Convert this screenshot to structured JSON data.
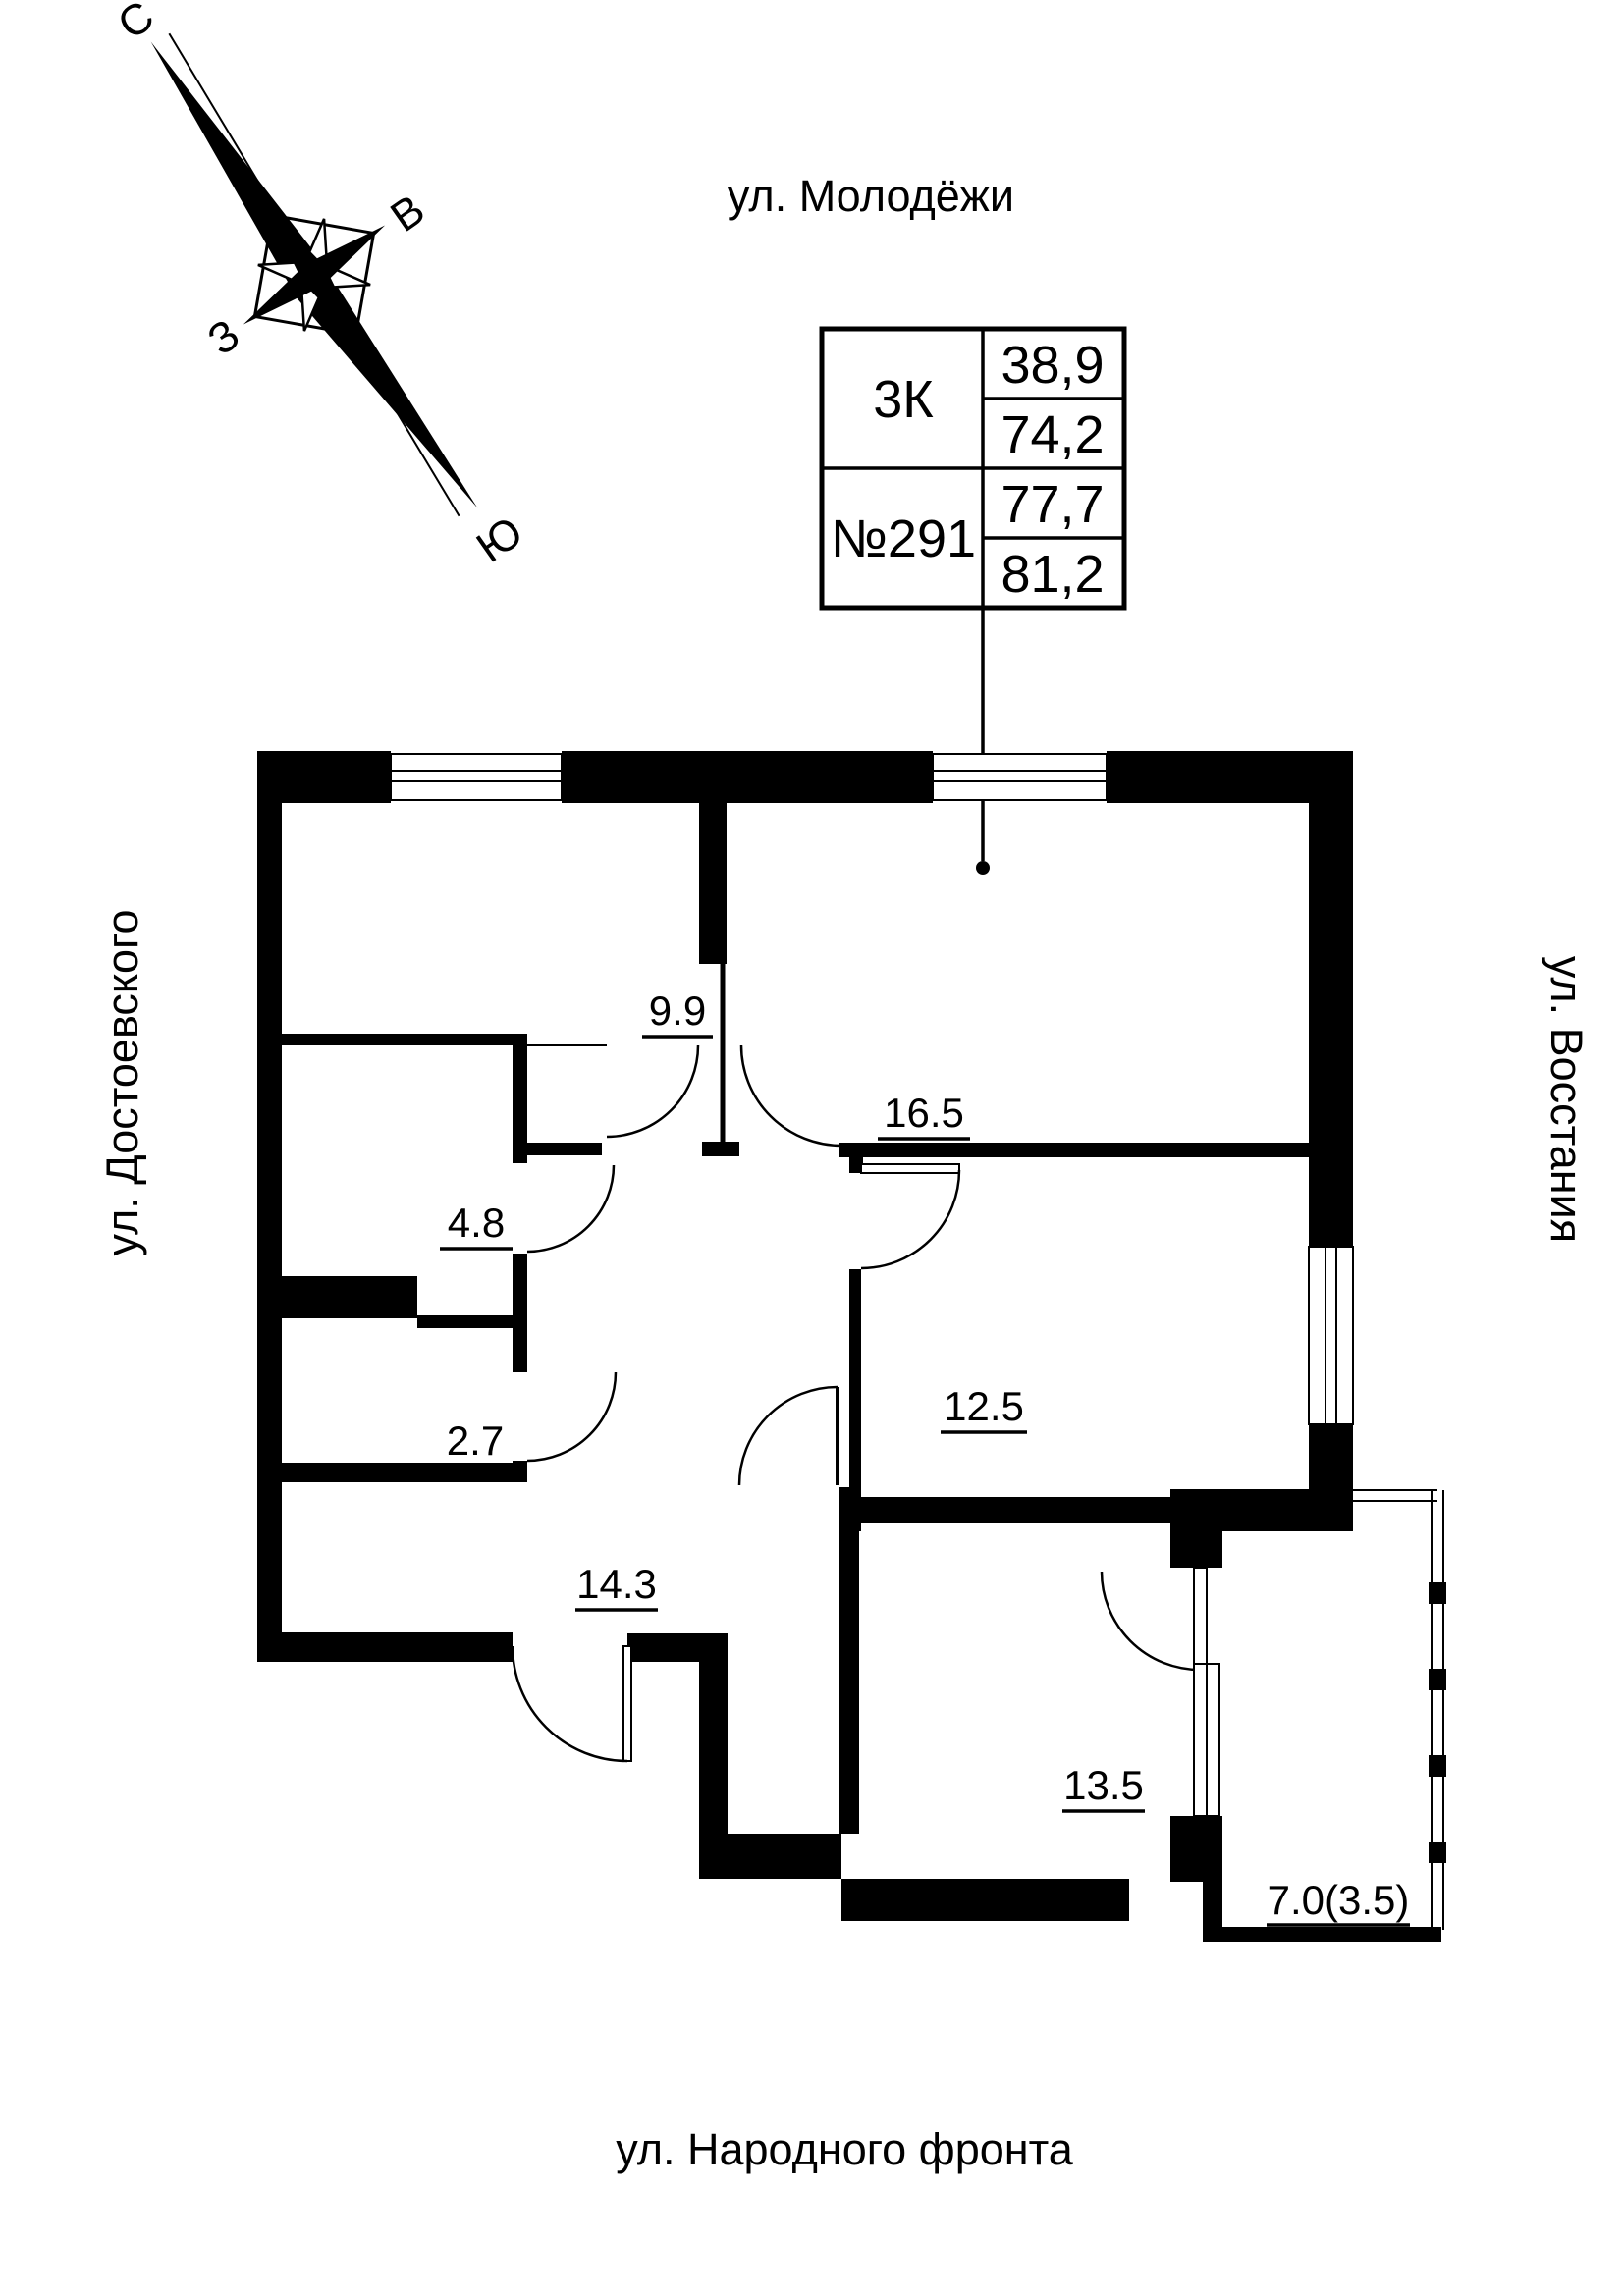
{
  "streets": {
    "top": "ул. Молодёжи",
    "left": "ул. Достоевского",
    "right": "ул. Восстания",
    "bottom": "ул. Народного фронта"
  },
  "compass": {
    "north": "С",
    "south": "Ю",
    "west": "З",
    "east": "В"
  },
  "info_table": {
    "apartment_type": "3К",
    "apartment_number": "№291",
    "living_area": "38,9",
    "area_without_balcony": "74,2",
    "area_with_coefficient": "77,7",
    "total_area": "81,2"
  },
  "rooms": [
    {
      "name": "bedroom-top-left",
      "area": "9.9"
    },
    {
      "name": "living-room",
      "area": "16.5"
    },
    {
      "name": "storage",
      "area": "4.8"
    },
    {
      "name": "bedroom-right",
      "area": "12.5"
    },
    {
      "name": "wc",
      "area": "2.7"
    },
    {
      "name": "corridor",
      "area": "14.3"
    },
    {
      "name": "kitchen",
      "area": "13.5"
    },
    {
      "name": "balcony",
      "area": "7.0(3.5)"
    }
  ],
  "colors": {
    "wall": "#000000",
    "background": "#ffffff"
  }
}
